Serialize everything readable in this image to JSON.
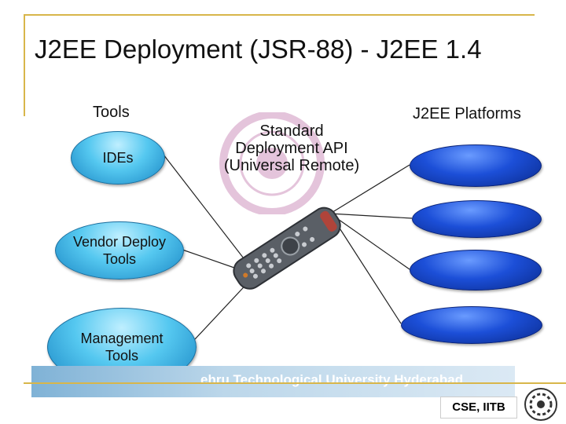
{
  "title": "J2EE Deployment (JSR-88) - J2EE 1.4",
  "labels": {
    "tools": "Tools",
    "platforms": "J2EE Platforms",
    "api_line1": "Standard",
    "api_line2": "Deployment API",
    "api_line3": "(Universal Remote)"
  },
  "tools": [
    {
      "line1": "IDEs",
      "line2": ""
    },
    {
      "line1": "Vendor Deploy",
      "line2": "Tools"
    },
    {
      "line1": "Management",
      "line2": "Tools"
    }
  ],
  "platforms_count": 4,
  "footer": {
    "banner": "ehru Technological University Hyderabad",
    "badge": "CSE, IITB"
  },
  "colors": {
    "frame": "#d8b64a",
    "tool_oval": "#55c8f0",
    "platform_oval": "#1c4fd8",
    "remote": "#5a5f66"
  }
}
